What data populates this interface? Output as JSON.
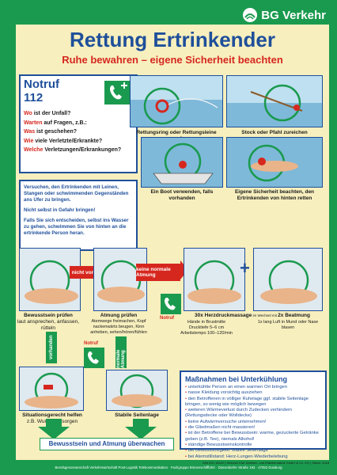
{
  "brand": {
    "name": "BG Verkehr"
  },
  "header": {
    "title": "Rettung Ertrinkender",
    "subtitle": "Ruhe bewahren – eigene Sicherheit beachten"
  },
  "notruf": {
    "heading": "Notruf",
    "number": "112",
    "questions": [
      {
        "w": "Wo",
        "rest": " ist der Unfall?"
      },
      {
        "w": "Warten",
        "rest": " auf Fragen, z.B.:"
      },
      {
        "w": "Was",
        "rest": " ist geschehen?"
      },
      {
        "w": "Wie",
        "rest": " viele Verletzte/Erkrankte?"
      },
      {
        "w": "Welche",
        "rest": " Verletzungen/Erkrankungen?"
      }
    ]
  },
  "info": {
    "p1": "Versuchen, den Ertrinkenden mit Leinen, Stangen oder schwimmenden Gegenständen ans Ufer zu bringen.",
    "p2": "Nicht selbst in Gefahr bringen!",
    "p3": "Falls Sie sich entscheiden, selbst ins Wasser zu gehen, schwimmen Sie von hinten an die ertrinkende Person heran."
  },
  "rescue_steps": [
    {
      "caption": "Rettungsring oder Rettungsleine zuwerfen"
    },
    {
      "caption": "Stock oder Pfahl zureichen"
    },
    {
      "caption": "Ein Boot verwenden, falls vorhanden"
    },
    {
      "caption": "Eigene Sicherheit beachten, den Ertrinkenden von hinten retten"
    }
  ],
  "aid_steps": {
    "consciousness": {
      "title": "Bewusstsein prüfen",
      "sub": "laut ansprechen, anfassen, rütteln"
    },
    "breathing": {
      "title": "Atmung prüfen",
      "sub": "Atemwege freimachen, Kopf nackenwärts beugen, Kinn anheben, sehen/hören/fühlen"
    },
    "cpr": {
      "title": "30x Herzdruckmassage",
      "mid": " im Wechsel mit ",
      "title2": "2x Beatmung",
      "sub1": "Hände in Brustmitte Drucktiefe 5–6 cm Arbeitstempo 100–120/min",
      "sub2": "1x lang Luft in Mund oder Nase blasen"
    },
    "situational": {
      "title": "Situationsgerecht helfen",
      "sub": "z.B. Wunde versorgen"
    },
    "recovery": {
      "title": "Stabile Seitenlage"
    }
  },
  "arrows": {
    "not_present": "nicht vorhanden",
    "no_breathing": "keine normale Atmung",
    "present": "vorhanden",
    "normal_breathing": "normale Atmung",
    "notruf1": "Notruf",
    "notruf2": "Notruf"
  },
  "monitor": "Bewusstsein und Atmung überwachen",
  "hypothermia": {
    "heading": "Maßnahmen bei Unterkühlung",
    "items": [
      "unterkühlte Person an einen warmen Ort bringen",
      "nasse Kleidung vorsichtig ausziehen",
      "den Betroffenen in völliger Ruhelage ggf. stabile Seitenlage bringen, so wenig wie möglich bewegen",
      "weiteren Wärmeverlust durch Zudecken verhindern (Rettungsdecke oder Wolldecke)",
      "keine Aufwärmversuche unternehmen!",
      "die Gliedmaßen nicht massieren!",
      "ist der Betroffene bei Bewusstsein: warme, gezuckerte Getränke geben (z.B. Tee), niemals Alkohol!",
      "ständige Bewusstseinskontrolle",
      "bei Bewusstlosigkeit: stabile Seitenlage",
      "bei Atemstillstand: Herz-Lungen-Wiederbelebung"
    ]
  },
  "footer": {
    "line1": "DIN ISO 18422 | Heinrich Klar Schilder- und Etikettenfabrik GmbH & Co. KG | Stand: 2018",
    "line2": "Berufsgenossenschaft Verkehrswirtschaft Post-Logistik Telekommunikation · Fachgruppe Binnenschifffahrt · Düsseldorfer Straße 193 · 47053 Duisburg"
  },
  "colors": {
    "green": "#1a9a4e",
    "blue": "#1f4f9a",
    "red": "#d6271f",
    "cream": "#f7efbe"
  }
}
